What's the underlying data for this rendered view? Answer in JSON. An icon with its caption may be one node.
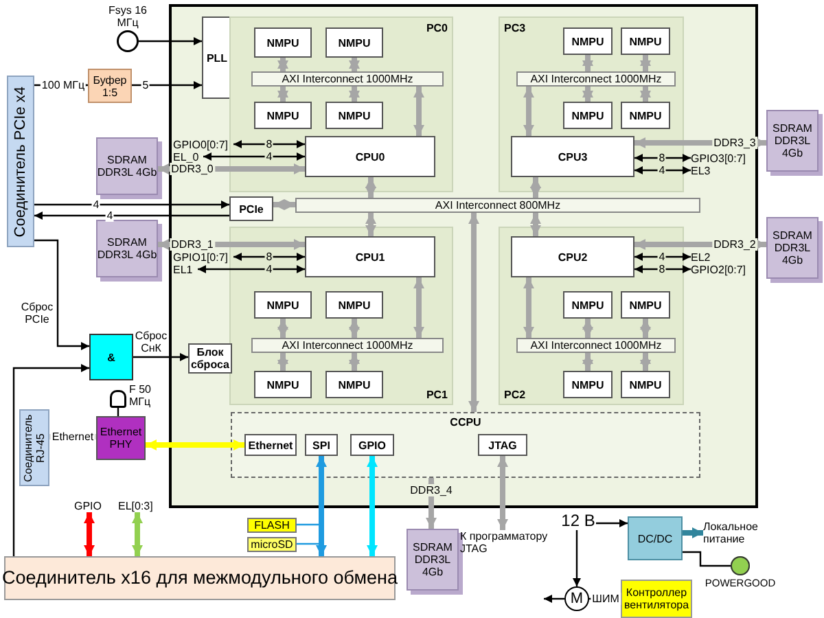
{
  "diagram": {
    "nodes": [
      {
        "text": [
          "Fsys 16 МГц"
        ]
      },
      {
        "text": [
          "Соединитель PCIe x4"
        ]
      },
      {
        "text": [
          "Буфер 1:5"
        ]
      },
      {
        "text": [],
        "shape": "box"
      },
      {
        "text": [
          "PLL"
        ],
        "in": 3
      },
      {
        "text": [
          "PC0"
        ],
        "in": 3
      },
      {
        "text": [
          "NMPU"
        ],
        "in": 5
      },
      {
        "text": [
          "NMPU"
        ],
        "in": 5
      },
      {
        "text": [
          "NMPU"
        ],
        "in": 5
      },
      {
        "text": [
          "NMPU"
        ],
        "in": 5
      },
      {
        "text": [
          "AXI Interconnect 1000MHz"
        ],
        "in": 5
      },
      {
        "text": [
          "CPU0"
        ],
        "in": 5
      },
      {
        "text": [
          "GPIO0[0:7]"
        ],
        "in": 3
      },
      {
        "text": [
          "EL_0"
        ],
        "in": 3
      },
      {
        "text": [
          "SDRAM DDR3L 4Gb"
        ]
      },
      {
        "text": [
          "PC3"
        ],
        "in": 3
      },
      {
        "text": [
          "NMPU"
        ],
        "in": 15
      },
      {
        "text": [
          "NMPU"
        ],
        "in": 15
      },
      {
        "text": [
          "NMPU"
        ],
        "in": 15
      },
      {
        "text": [
          "NMPU"
        ],
        "in": 15
      },
      {
        "text": [
          "AXI Interconnect 1000MHz"
        ],
        "in": 15
      },
      {
        "text": [
          "CPU3"
        ],
        "in": 15
      },
      {
        "text": [
          "SDRAM DDR3L 4Gb"
        ]
      },
      {
        "text": [
          "GPIO3[0:7]"
        ],
        "in": 3
      },
      {
        "text": [
          "EL3"
        ],
        "in": 3
      },
      {
        "text": [
          "PCIe"
        ],
        "in": 3
      },
      {
        "text": [
          "AXI Interconnect 800MHz"
        ],
        "in": 3
      },
      {
        "text": [
          "PC1"
        ],
        "in": 3
      },
      {
        "text": [
          "CPU1"
        ],
        "in": 27
      },
      {
        "text": [
          "NMPU"
        ],
        "in": 27
      },
      {
        "text": [
          "NMPU"
        ],
        "in": 27
      },
      {
        "text": [
          "NMPU"
        ],
        "in": 27
      },
      {
        "text": [
          "NMPU"
        ],
        "in": 27
      },
      {
        "text": [
          "AXI Interconnect 1000MHz"
        ],
        "in": 27
      },
      {
        "text": [
          "GPIO1[0:7]"
        ],
        "in": 3
      },
      {
        "text": [
          "EL1"
        ],
        "in": 3
      },
      {
        "text": [
          "SDRAM DDR3L 4Gb"
        ]
      },
      {
        "text": [
          "PC2"
        ],
        "in": 3
      },
      {
        "text": [
          "CPU2"
        ],
        "in": 37
      },
      {
        "text": [
          "NMPU"
        ],
        "in": 37
      },
      {
        "text": [
          "NMPU"
        ],
        "in": 37
      },
      {
        "text": [
          "NMPU"
        ],
        "in": 37
      },
      {
        "text": [
          "NMPU"
        ],
        "in": 37
      },
      {
        "text": [
          "AXI Interconnect 1000MHz"
        ],
        "in": 37
      },
      {
        "text": [
          "SDRAM DDR3L 4Gb"
        ]
      },
      {
        "text": [
          "EL2"
        ],
        "in": 3
      },
      {
        "text": [
          "GPIO2[0:7]"
        ],
        "in": 3
      },
      {
        "text": [
          "CCPU"
        ],
        "in": 3
      },
      {
        "text": [
          "Ethernet"
        ],
        "in": 47
      },
      {
        "text": [
          "SPI"
        ],
        "in": 47
      },
      {
        "text": [
          "GPIO"
        ],
        "in": 47
      },
      {
        "text": [
          "JTAG"
        ],
        "in": 47
      },
      {
        "text": [
          "&"
        ]
      },
      {
        "text": [
          "Блок сброса"
        ],
        "in": 3
      },
      {
        "text": [
          "Соединитель RJ-45"
        ]
      },
      {
        "text": [
          "Ethernet PHY"
        ]
      },
      {
        "text": [
          "F 50 МГц"
        ]
      },
      {
        "text": [
          "FLASH"
        ]
      },
      {
        "text": [
          "microSD"
        ]
      },
      {
        "text": [
          "SDRAM DDR3L 4Gb"
        ]
      },
      {
        "text": [
          "К программатору JTAG"
        ]
      },
      {
        "text": [
          "Соединитель x16 для межмодульного обмена"
        ]
      },
      {
        "text": [
          "12 В"
        ]
      },
      {
        "text": [
          "DC/DC"
        ]
      },
      {
        "text": [
          "Локальное питание"
        ]
      },
      {
        "text": [],
        "shape": "circle",
        "beside": [
          "POWERGOOD"
        ]
      },
      {
        "text": [
          "M"
        ]
      },
      {
        "text": [
          "Контроллер вентилятора"
        ]
      },
      {
        "text": [
          "GPIO"
        ]
      },
      {
        "text": [
          "EL[0:3]"
        ]
      }
    ],
    "edges": [
      {
        "from": 0,
        "to": 4,
        "arrow": "to",
        "color": "#000000"
      },
      {
        "from": 1,
        "to": 2,
        "arrow": "to",
        "label": "100 МГц",
        "color": "#000000"
      },
      {
        "from": 2,
        "to": 4,
        "arrow": "to",
        "label": "5",
        "color": "#000000"
      },
      {
        "from": 6,
        "to": 10,
        "arrow": "both"
      },
      {
        "from": 7,
        "to": 10,
        "arrow": "both"
      },
      {
        "from": 10,
        "to": 8,
        "arrow": "both"
      },
      {
        "from": 10,
        "to": 9,
        "arrow": "both"
      },
      {
        "from": 10,
        "to": 11,
        "arrow": "both"
      },
      {
        "from": 11,
        "to": 26,
        "arrow": "both"
      },
      {
        "from": 12,
        "to": 11,
        "arrow": "both",
        "label": "8",
        "color": "#000000"
      },
      {
        "from": 13,
        "to": 11,
        "arrow": "both",
        "label": "4",
        "color": "#000000"
      },
      {
        "from": 14,
        "to": 11,
        "arrow": "both",
        "label": "DDR3_0"
      },
      {
        "from": 16,
        "to": 20,
        "arrow": "both"
      },
      {
        "from": 17,
        "to": 20,
        "arrow": "both"
      },
      {
        "from": 20,
        "to": 18,
        "arrow": "both"
      },
      {
        "from": 20,
        "to": 19,
        "arrow": "both"
      },
      {
        "from": 20,
        "to": 21,
        "arrow": "both"
      },
      {
        "from": 21,
        "to": 26,
        "arrow": "both"
      },
      {
        "from": 21,
        "to": 22,
        "arrow": "both",
        "label": "DDR3_3"
      },
      {
        "from": 21,
        "to": 23,
        "arrow": "both",
        "label": "8",
        "color": "#000000"
      },
      {
        "from": 21,
        "to": 24,
        "arrow": "both",
        "label": "4",
        "color": "#000000"
      },
      {
        "from": 1,
        "to": 25,
        "arrow": "to",
        "label": "4",
        "color": "#000000"
      },
      {
        "from": 25,
        "to": 1,
        "arrow": "to",
        "label": "4",
        "color": "#000000"
      },
      {
        "from": 25,
        "to": 26,
        "arrow": "both"
      },
      {
        "from": 28,
        "to": 26,
        "arrow": "both"
      },
      {
        "from": 34,
        "to": 28,
        "arrow": "both",
        "label": "8",
        "color": "#000000"
      },
      {
        "from": 35,
        "to": 28,
        "arrow": "both",
        "label": "4",
        "color": "#000000"
      },
      {
        "from": 36,
        "to": 28,
        "arrow": "both",
        "label": "DDR3_1"
      },
      {
        "from": 28,
        "to": 33,
        "arrow": "both"
      },
      {
        "from": 29,
        "to": 33,
        "arrow": "both"
      },
      {
        "from": 30,
        "to": 33,
        "arrow": "both"
      },
      {
        "from": 33,
        "to": 31,
        "arrow": "both"
      },
      {
        "from": 33,
        "to": 32,
        "arrow": "both"
      },
      {
        "from": 38,
        "to": 26,
        "arrow": "both"
      },
      {
        "from": 38,
        "to": 44,
        "arrow": "both",
        "label": "DDR3_2"
      },
      {
        "from": 38,
        "to": 45,
        "arrow": "both",
        "label": "4",
        "color": "#000000"
      },
      {
        "from": 38,
        "to": 46,
        "arrow": "both",
        "label": "8",
        "color": "#000000"
      },
      {
        "from": 38,
        "to": 43,
        "arrow": "both"
      },
      {
        "from": 39,
        "to": 43,
        "arrow": "both"
      },
      {
        "from": 40,
        "to": 43,
        "arrow": "both"
      },
      {
        "from": 43,
        "to": 41,
        "arrow": "both"
      },
      {
        "from": 43,
        "to": 42,
        "arrow": "both"
      },
      {
        "from": 26,
        "to": 47,
        "arrow": "both"
      },
      {
        "from": 1,
        "to": 52,
        "arrow": "to",
        "label": "Сброс PCIe",
        "color": "#000000"
      },
      {
        "from": 61,
        "to": 52,
        "arrow": "to",
        "color": "#000000"
      },
      {
        "from": 52,
        "to": 53,
        "arrow": "to",
        "label": "Сброс СнК",
        "color": "#000000"
      },
      {
        "from": 54,
        "to": 55,
        "arrow": "both",
        "label": "Ethernet",
        "color": "#d9d9d9"
      },
      {
        "from": 56,
        "to": 55,
        "arrow": "none",
        "color": "#000000"
      },
      {
        "from": 55,
        "to": 48,
        "arrow": "both",
        "color": "#ffff00"
      },
      {
        "from": 68,
        "to": 61,
        "arrow": "both",
        "color": "#ff0000"
      },
      {
        "from": 69,
        "to": 61,
        "arrow": "both",
        "color": "#92d050"
      },
      {
        "from": 49,
        "to": 61,
        "arrow": "both",
        "color": "#1f9be0"
      },
      {
        "from": 57,
        "to": 49,
        "arrow": "none",
        "color": "#1f9be0"
      },
      {
        "from": 58,
        "to": 49,
        "arrow": "none",
        "color": "#1f9be0"
      },
      {
        "from": 50,
        "to": 61,
        "arrow": "both",
        "color": "#00e5ff"
      },
      {
        "from": 51,
        "to": 60,
        "arrow": "both"
      },
      {
        "from": 47,
        "to": 59,
        "arrow": "both",
        "label": "DDR3_4"
      },
      {
        "from": 62,
        "to": 63,
        "arrow": "to",
        "color": "#000000"
      },
      {
        "from": 62,
        "to": 66,
        "arrow": "to",
        "color": "#000000"
      },
      {
        "from": 67,
        "to": 66,
        "arrow": "to",
        "label": "ШИМ",
        "color": "#000000"
      },
      {
        "from": 66,
        "to": null,
        "arrow": "to",
        "color": "#000000"
      },
      {
        "from": 63,
        "to": 64,
        "arrow": "to",
        "color": "#31859c"
      },
      {
        "from": 63,
        "to": 65,
        "arrow": "none",
        "color": "#000000"
      }
    ]
  }
}
